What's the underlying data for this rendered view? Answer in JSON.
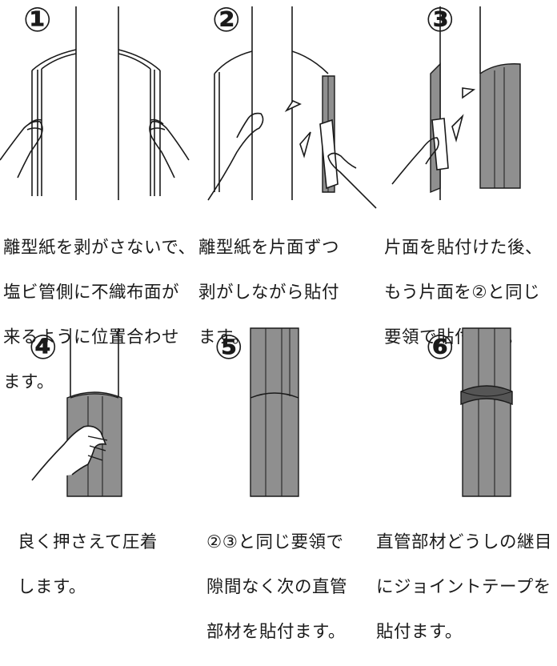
{
  "colors": {
    "ink": "#1a1a1a",
    "sheet": "#8f8f8f",
    "sheet_dark": "#6f6f6f",
    "tape": "#555555",
    "paper": "#ffffff"
  },
  "steps": [
    {
      "number": "①",
      "caption": [
        "離型紙を剥がさないで、",
        "塩ビ管側に不織布面が",
        "来るように位置合わせ",
        "ます。"
      ]
    },
    {
      "number": "②",
      "caption": [
        "離型紙を片面ずつ",
        "剥がしながら貼付",
        "ます。"
      ]
    },
    {
      "number": "③",
      "caption": [
        "片面を貼付けた後、",
        "もう片面を②と同じ",
        "要領で貼付ます。"
      ]
    },
    {
      "number": "④",
      "caption": [
        "良く押さえて圧着",
        "します。"
      ]
    },
    {
      "number": "⑤",
      "caption": [
        "②③と同じ要領で",
        "隙間なく次の直管",
        "部材を貼付ます。"
      ]
    },
    {
      "number": "⑥",
      "caption": [
        "直管部材どうしの継目",
        "にジョイントテープを",
        "貼付ます。"
      ]
    }
  ]
}
